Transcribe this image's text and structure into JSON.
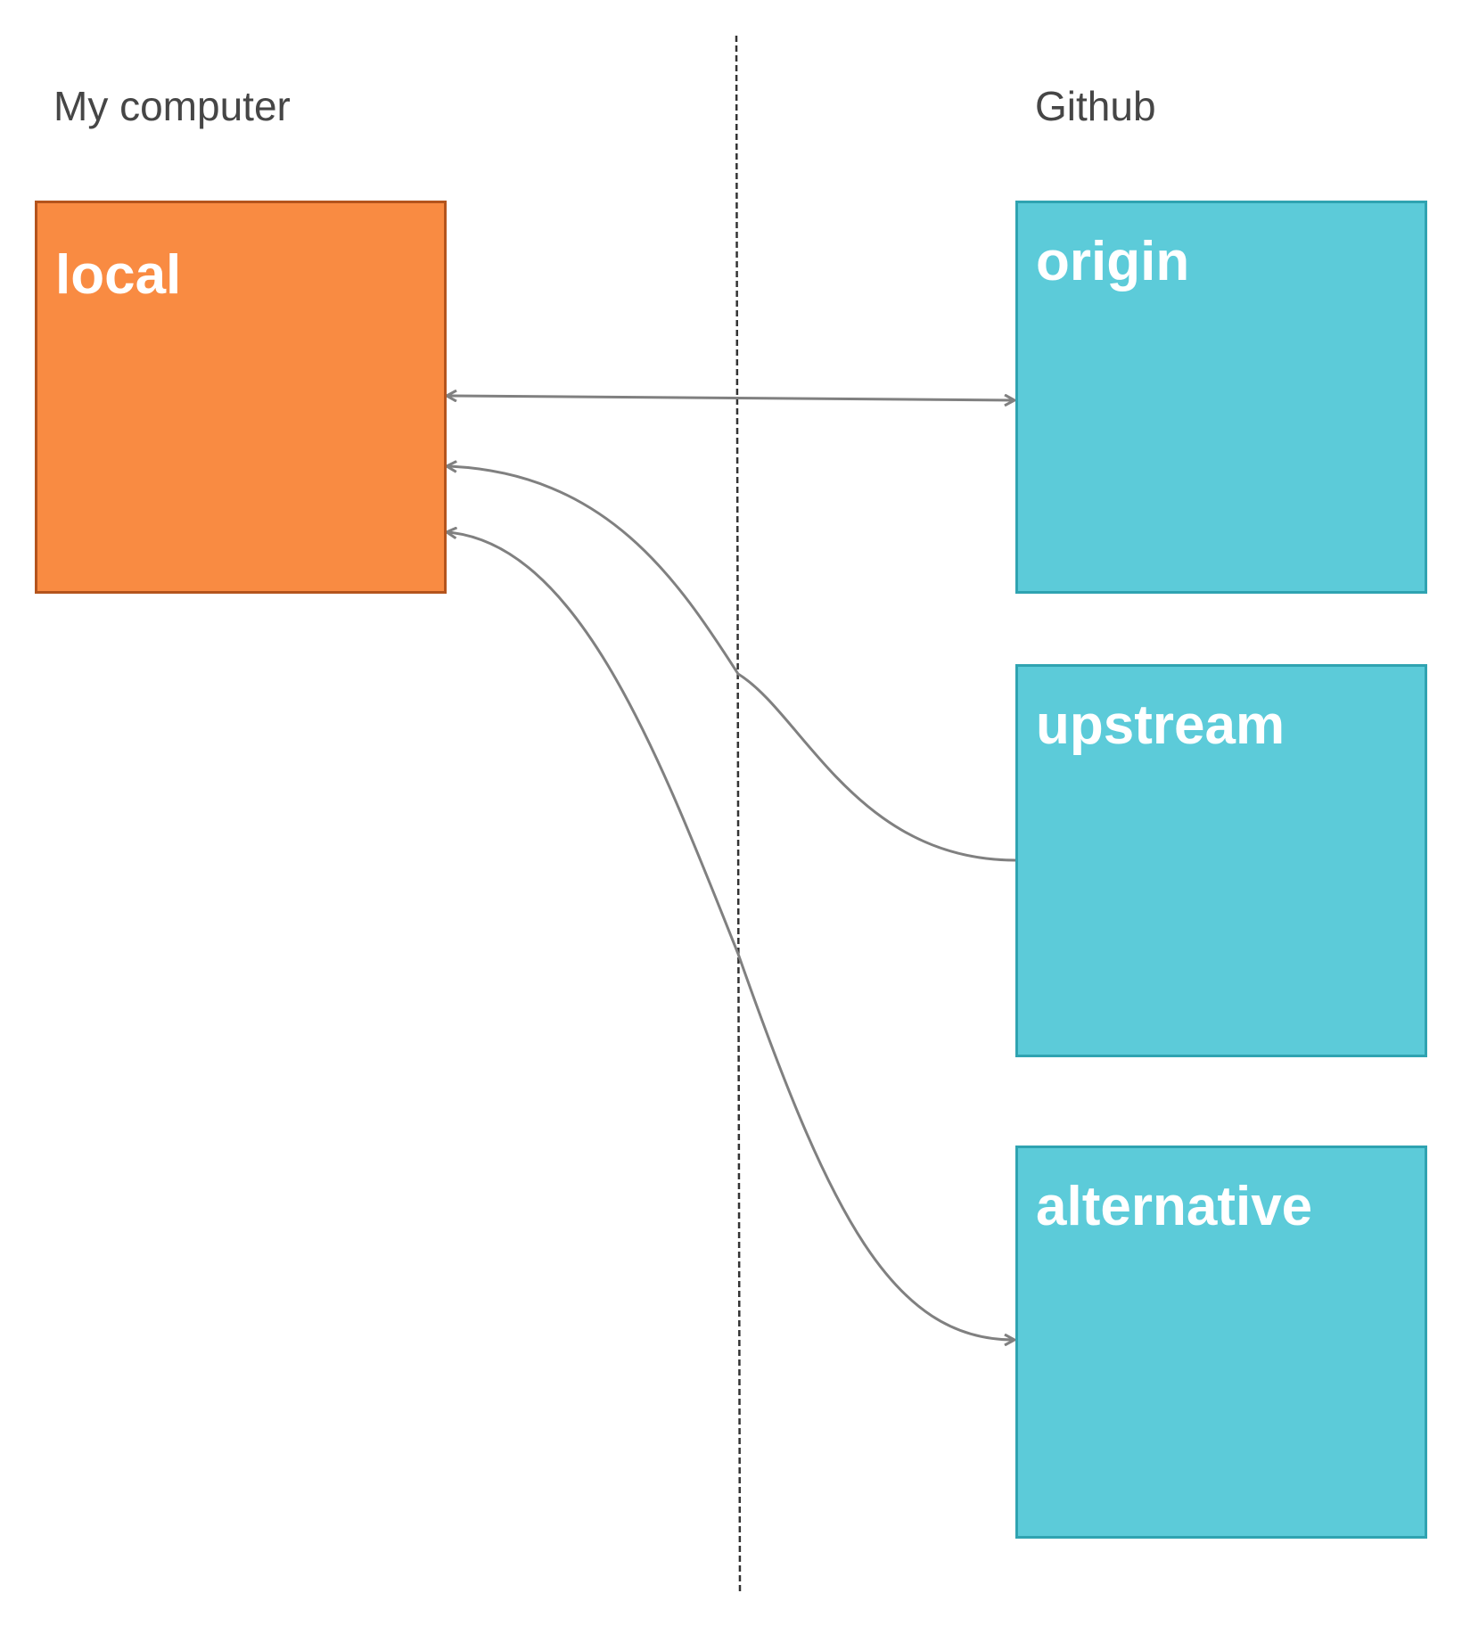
{
  "zones": {
    "left": "My computer",
    "right": "Github"
  },
  "repos": {
    "local": "local",
    "origin": "origin",
    "upstream": "upstream",
    "alternative": "alternative"
  },
  "colors": {
    "local": "#f98b42",
    "remote": "#5ccbd9",
    "arrow": "#808080",
    "divider": "#333333"
  },
  "connections": [
    {
      "from": "local",
      "to": "origin",
      "direction": "both"
    },
    {
      "from": "upstream",
      "to": "local",
      "direction": "to-local"
    },
    {
      "from": "local",
      "to": "alternative",
      "direction": "both"
    }
  ]
}
